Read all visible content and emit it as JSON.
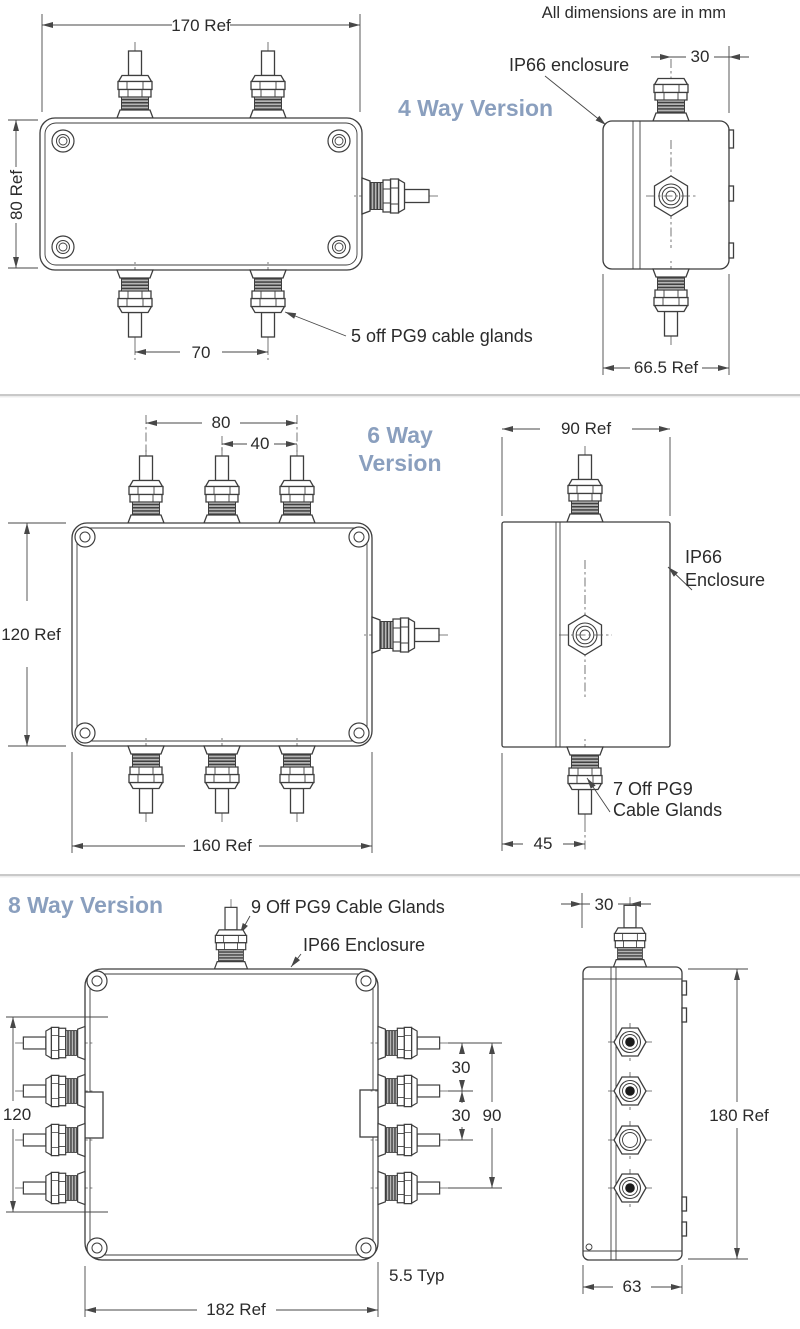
{
  "note": "All dimensions are in mm",
  "colors": {
    "accent": "#8a9fbe",
    "line": "#3e3e3e",
    "divider": "#c9c9c9"
  },
  "four_way": {
    "title": "4 Way Version",
    "enclosure_label": "IP66 enclosure",
    "glands_label": "5 off PG9 cable glands",
    "dim_width": "170 Ref",
    "dim_height": "80 Ref",
    "dim_gland_spacing": "70",
    "dim_gland_offset": "30",
    "dim_depth": "66.5 Ref"
  },
  "six_way": {
    "title_line1": "6 Way",
    "title_line2": "Version",
    "enclosure_label_line1": "IP66",
    "enclosure_label_line2": "Enclosure",
    "glands_label_line1": "7 Off PG9",
    "glands_label_line2": "Cable Glands",
    "dim_outer_spacing": "80",
    "dim_inner_spacing": "40",
    "dim_height": "120 Ref",
    "dim_width": "160 Ref",
    "dim_depth": "90 Ref",
    "dim_bottom_offset": "45"
  },
  "eight_way": {
    "title": "8 Way Version",
    "glands_label": "9 Off PG9 Cable Glands",
    "enclosure_label": "IP66 Enclosure",
    "dim_left_span": "120",
    "dim_width": "182 Ref",
    "dim_spacing_1": "30",
    "dim_spacing_2": "30",
    "dim_side_span": "90",
    "dim_corner_radius": "5.5 Typ",
    "dim_top_offset": "30",
    "dim_height": "180 Ref",
    "dim_depth": "63"
  }
}
